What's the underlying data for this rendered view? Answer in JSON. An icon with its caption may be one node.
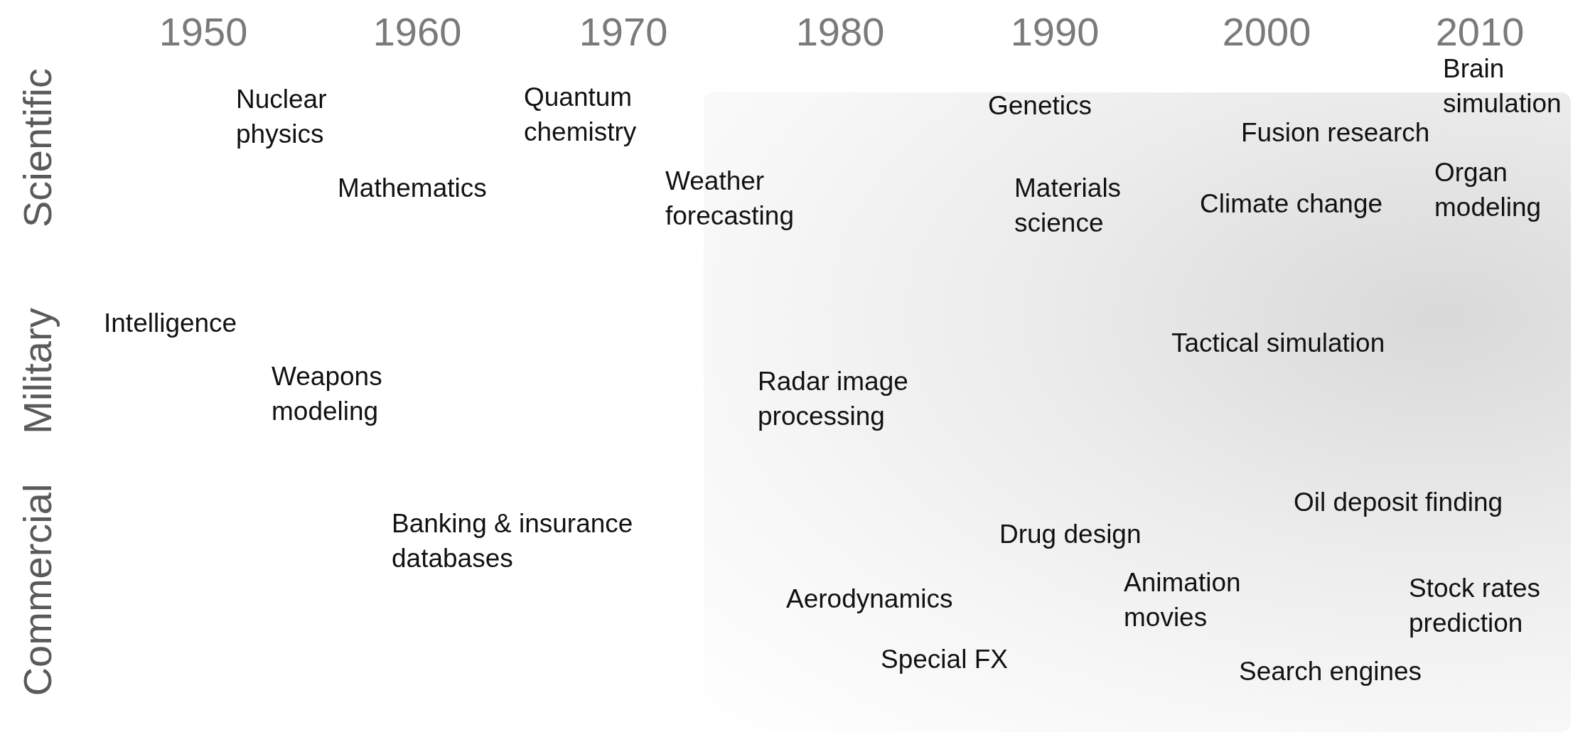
{
  "diagram": {
    "labels": [
      "1950",
      "1960",
      "1970",
      "1980",
      "1990",
      "2000",
      "2010",
      "Scientific",
      "Military",
      "Commercial",
      "Brain simulation",
      "Nuclear physics",
      "Quantum chemistry",
      "Genetics",
      "Fusion research",
      "Organ modeling",
      "Mathematics",
      "Weather forecasting",
      "Materials science",
      "Climate change",
      "Intelligence",
      "Tactical simulation",
      "Weapons modeling",
      "Radar image processing",
      "Oil deposit finding",
      "Banking & insurance databases",
      "Drug design",
      "Animation movies",
      "Stock rates prediction",
      "Aerodynamics",
      "Special FX",
      "Search engines"
    ]
  }
}
